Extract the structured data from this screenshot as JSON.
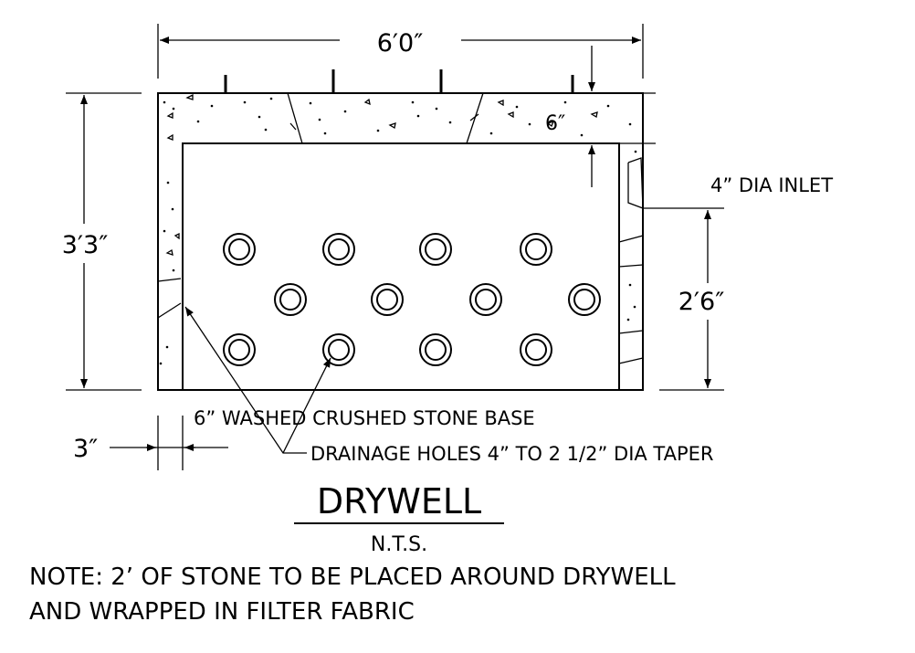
{
  "dimensions": {
    "overall_width": "6′0″",
    "overall_height": "3′3″",
    "lid_thickness": "6″",
    "inlet_height": "2′6″",
    "wall_thickness": "3″"
  },
  "labels": {
    "inlet": "4” DIA INLET",
    "stone_base": "6” WASHED CRUSHED STONE BASE",
    "drainage_holes": "DRAINAGE HOLES 4” TO 2 1/2” DIA TAPER"
  },
  "title": {
    "main": "DRYWELL",
    "scale": "N.T.S."
  },
  "note": {
    "line1": "NOTE: 2’ OF STONE TO BE PLACED AROUND DRYWELL",
    "line2": "AND WRAPPED IN FILTER FABRIC"
  },
  "colors": {
    "line": "#000000",
    "background": "#ffffff"
  }
}
